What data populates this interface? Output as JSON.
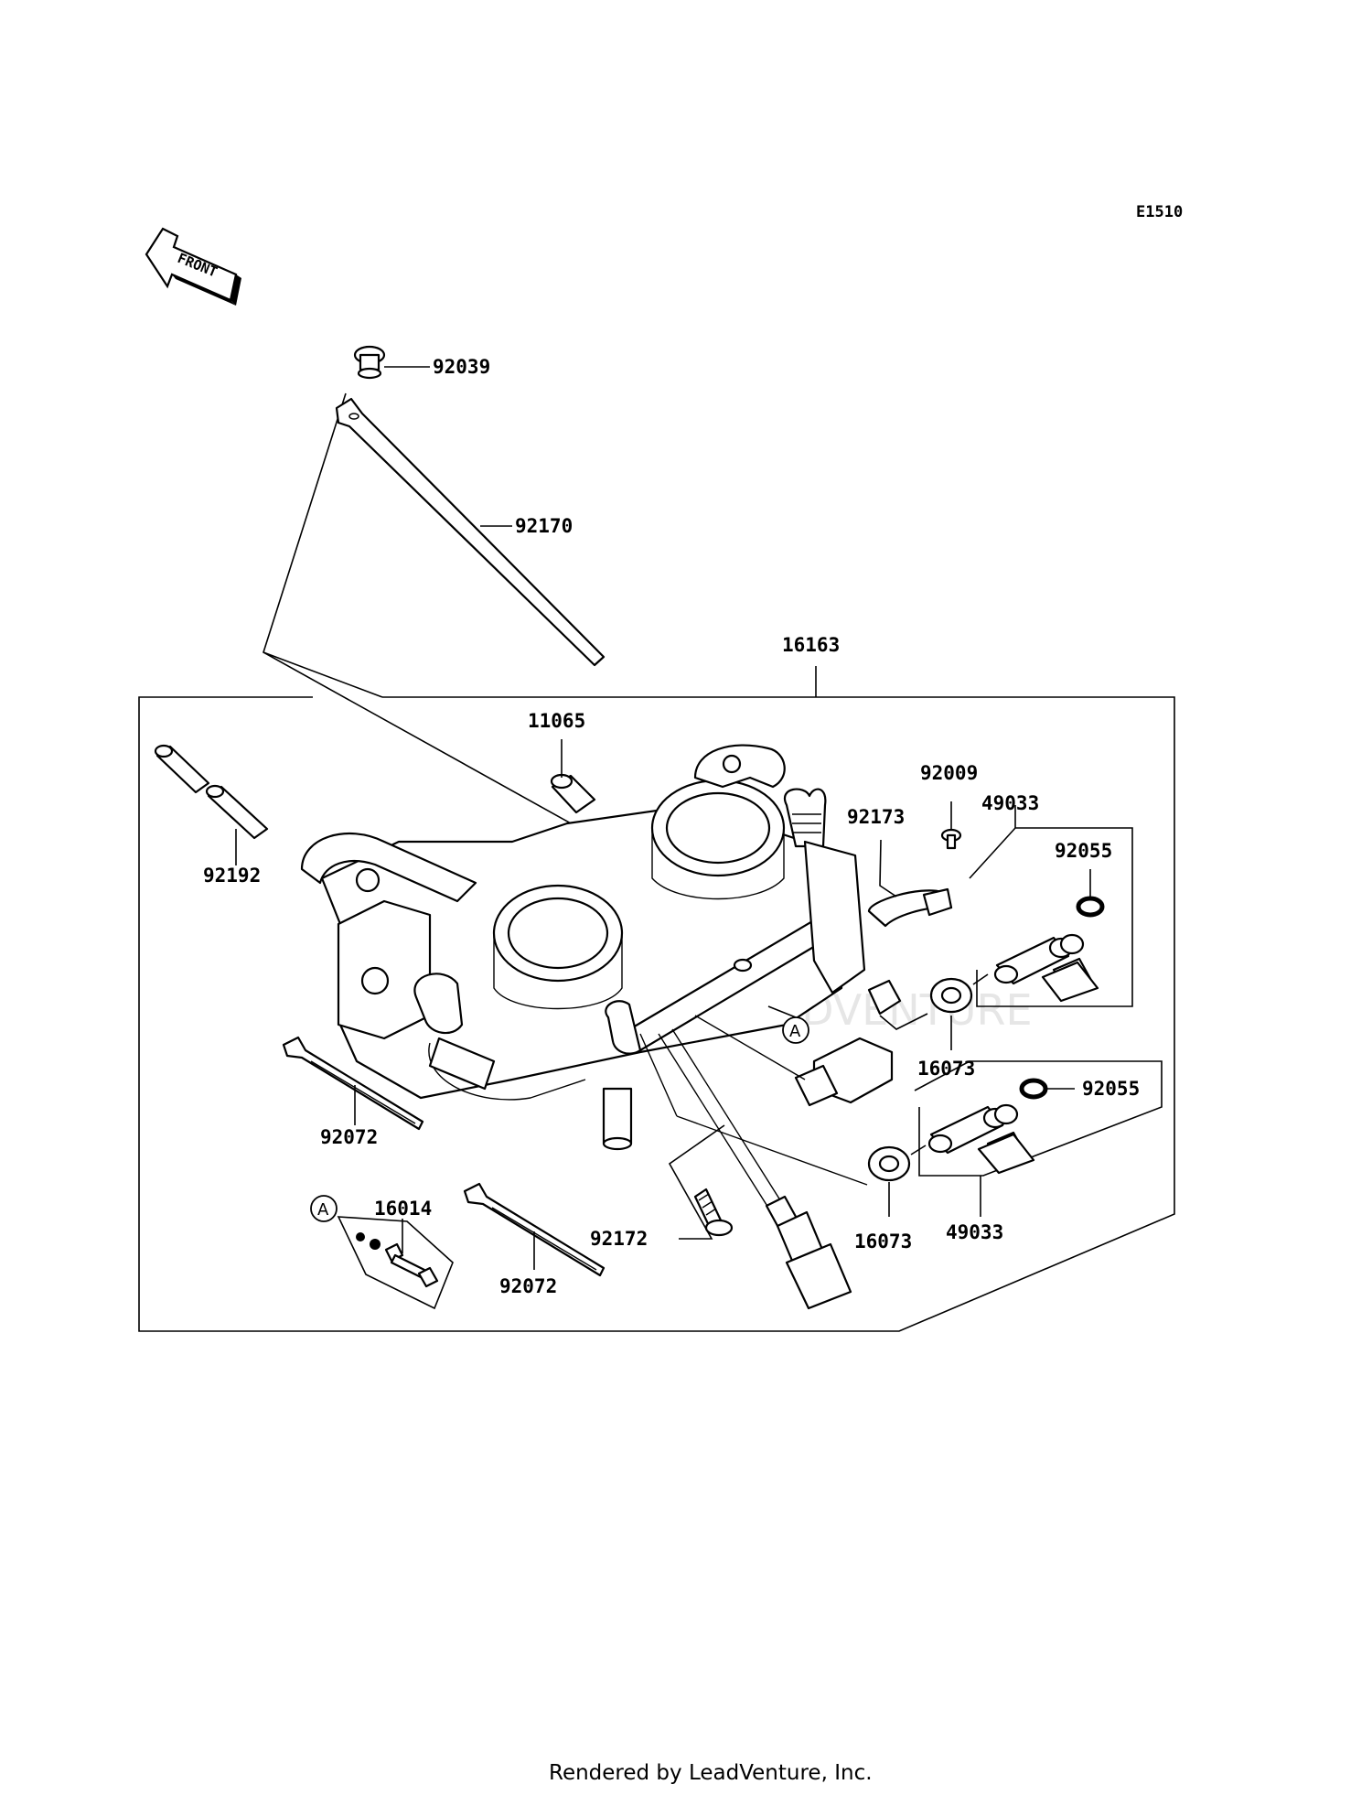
{
  "diagram": {
    "code": "E1510",
    "front_label": "FRONT",
    "ref_marker": "A",
    "footer": "Rendered by LeadVenture, Inc.",
    "watermark": "LEADVENTURE",
    "part_numbers": {
      "p92039": "92039",
      "p92170": "92170",
      "p16163": "16163",
      "p11065": "11065",
      "p92009": "92009",
      "p92173": "92173",
      "p49033a": "49033",
      "p92055a": "92055",
      "p92192": "92192",
      "p16073a": "16073",
      "p92055b": "92055",
      "p92072a": "92072",
      "p16014": "16014",
      "p92172": "92172",
      "p16073b": "16073",
      "p49033b": "49033",
      "p92072b": "92072"
    }
  }
}
